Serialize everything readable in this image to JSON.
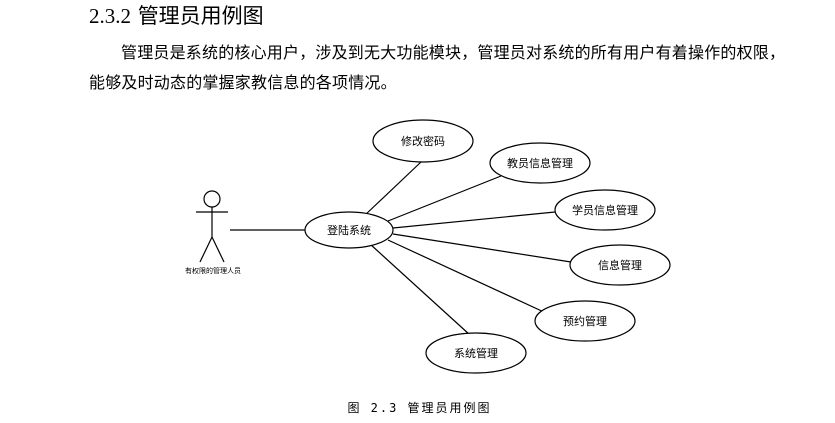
{
  "section": {
    "number": "2.3.2",
    "title": "管理员用例图"
  },
  "paragraph": "管理员是系统的核心用户，涉及到无大功能模块，管理员对系统的所有用户有着操作的权限，能够及时动态的掌握家教信息的各项情况。",
  "diagram": {
    "actor_label": "有权限的管理人员",
    "hub_use_case": "登陆系统",
    "use_cases": [
      "修改密码",
      "教员信息管理",
      "学员信息管理",
      "信息管理",
      "预约管理",
      "系统管理"
    ]
  },
  "caption": "图 2.3 管理员用例图"
}
